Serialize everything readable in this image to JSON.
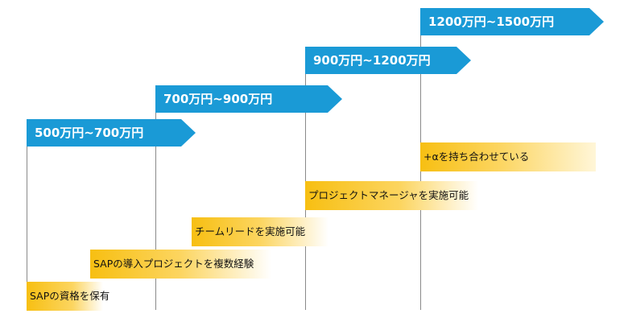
{
  "colors": {
    "arrow": "#1a9ad6",
    "skill_start": "#f7bf12",
    "skill_end": "#ffffff",
    "line": "#8a8a8a"
  },
  "salary_levels": [
    {
      "label": "500万円~700万円"
    },
    {
      "label": "700万円~900万円"
    },
    {
      "label": "900万円~1200万円"
    },
    {
      "label": "1200万円~1500万円"
    }
  ],
  "skills": [
    {
      "label": "SAPの資格を保有"
    },
    {
      "label": "SAPの導入プロジェクトを複数経験"
    },
    {
      "label": "チームリードを実施可能"
    },
    {
      "label": "プロジェクトマネージャを実施可能"
    },
    {
      "label": "+αを持ち合わせている"
    }
  ]
}
